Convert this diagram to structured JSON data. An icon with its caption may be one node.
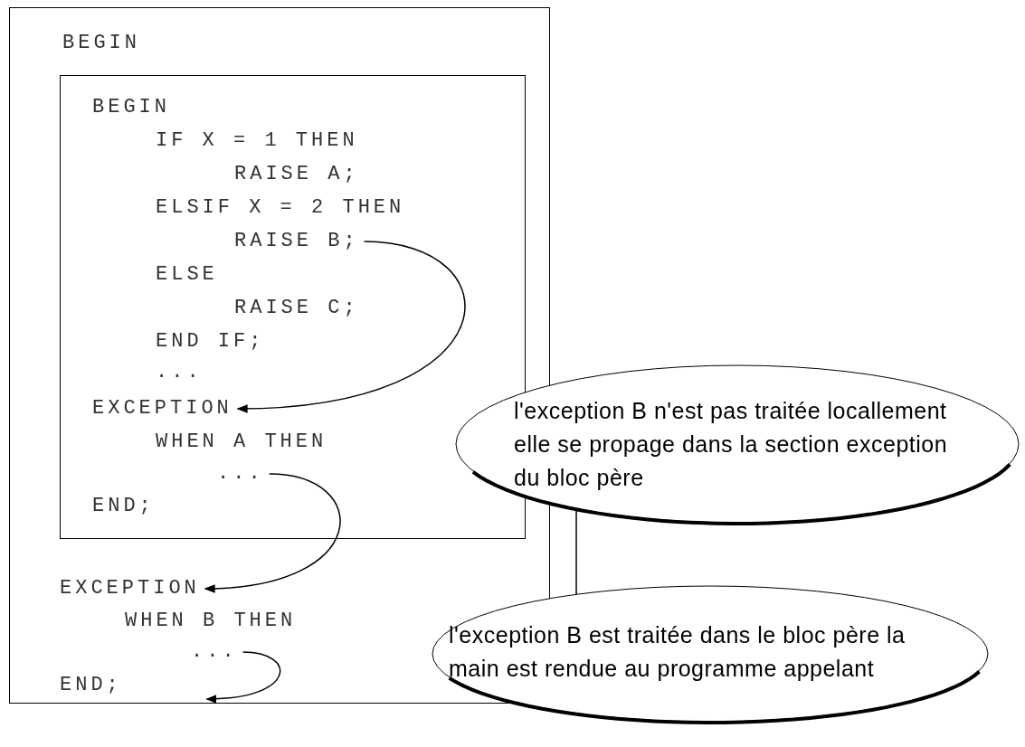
{
  "diagram": {
    "nodes": [
      {
        "text": [],
        "shape": "box"
      },
      {
        "text": [
          "BEGIN"
        ],
        "in": 0
      },
      {
        "text": [],
        "shape": "box",
        "in": 0
      },
      {
        "text": [
          "BEGIN"
        ],
        "in": 2
      },
      {
        "text": [
          "IF X = 1 THEN"
        ],
        "in": 2
      },
      {
        "text": [
          "RAISE A;"
        ],
        "in": 2
      },
      {
        "text": [
          "ELSIF X = 2 THEN"
        ],
        "in": 2
      },
      {
        "text": [
          "RAISE B;"
        ],
        "in": 2
      },
      {
        "text": [
          "ELSE"
        ],
        "in": 2
      },
      {
        "text": [
          "RAISE C;"
        ],
        "in": 2
      },
      {
        "text": [
          "END IF;"
        ],
        "in": 2
      },
      {
        "text": [
          "..."
        ],
        "in": 2
      },
      {
        "text": [
          "EXCEPTION"
        ],
        "in": 2
      },
      {
        "text": [
          "WHEN A THEN"
        ],
        "in": 2
      },
      {
        "text": [
          "..."
        ],
        "in": 2
      },
      {
        "text": [
          "END;"
        ],
        "in": 2
      },
      {
        "text": [
          "l'exception B n'est pas traitée locallement elle se propage dans la section exception du bloc père"
        ]
      },
      {
        "text": [
          "EXCEPTION"
        ],
        "in": 0
      },
      {
        "text": [
          "WHEN B THEN"
        ],
        "in": 0
      },
      {
        "text": [
          "..."
        ],
        "in": 0
      },
      {
        "text": [
          "END;"
        ],
        "in": 0
      },
      {
        "text": [
          "l'exception B est traitée dans le bloc père la main est rendue au programme appelant"
        ]
      }
    ],
    "edges": [
      {
        "from": 7,
        "to": 12,
        "arrow": "to"
      },
      {
        "from": 14,
        "to": 17,
        "arrow": "to"
      },
      {
        "from": 19,
        "to": null,
        "arrow": "to"
      },
      {
        "from": 16,
        "to": 21,
        "arrow": "none"
      }
    ]
  }
}
